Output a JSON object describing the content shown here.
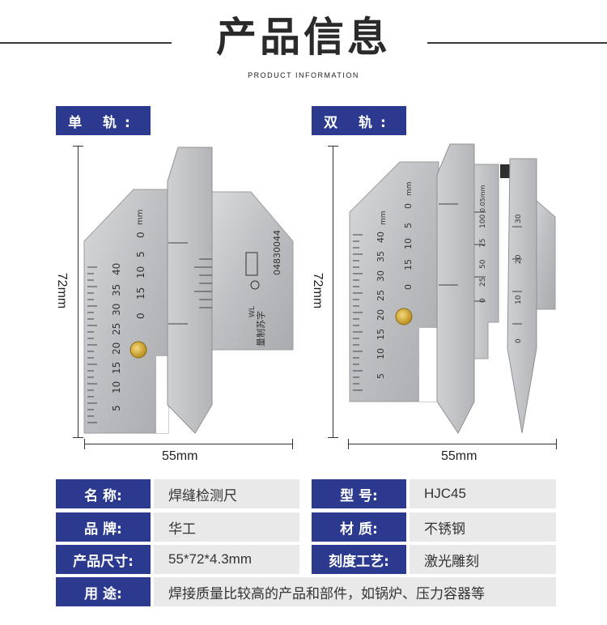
{
  "header": {
    "title": "产品信息",
    "subtitle": "PRODUCT INFORMATION"
  },
  "single": {
    "tag": "单  轨:",
    "height_label": "72mm",
    "width_label": "55mm",
    "scale_numbers": [
      "40",
      "35",
      "30",
      "25",
      "20",
      "15",
      "10",
      "5"
    ],
    "blade_numbers": [
      "0",
      "5",
      "10",
      "15",
      "0"
    ],
    "unit": "mm",
    "engraving": [
      "量制苏字",
      "04830044",
      "WL"
    ]
  },
  "double": {
    "tag": "双  轨:",
    "height_label": "72mm",
    "width_label": "55mm",
    "scale_numbers": [
      "40",
      "35",
      "30",
      "25",
      "20",
      "15",
      "10",
      "5"
    ],
    "blade_numbers": [
      "0",
      "5",
      "10",
      "15",
      "0"
    ],
    "slider_numbers": [
      "0.05mm",
      "100",
      "75",
      "50",
      "25",
      "0"
    ],
    "right_numbers": [
      "30",
      "20",
      "10",
      "0"
    ],
    "unit": "mm"
  },
  "specs": [
    {
      "label": "名    称:",
      "value": "焊缝检测尺",
      "label2": "型    号:",
      "value2": "HJC45"
    },
    {
      "label": "品    牌:",
      "value": "华工",
      "label2": "材    质:",
      "value2": "不锈钢"
    },
    {
      "label": "产品尺寸:",
      "value": "55*72*4.3mm",
      "label2": "刻度工艺:",
      "value2": "激光雕刻"
    }
  ],
  "usage": {
    "label": "用    途:",
    "value": "焊接质量比较高的产品和部件，如锅炉、压力容器等"
  },
  "colors": {
    "accent": "#2b3a8e",
    "cell_bg": "#e9e9e9",
    "steel": "#c9cacc"
  }
}
